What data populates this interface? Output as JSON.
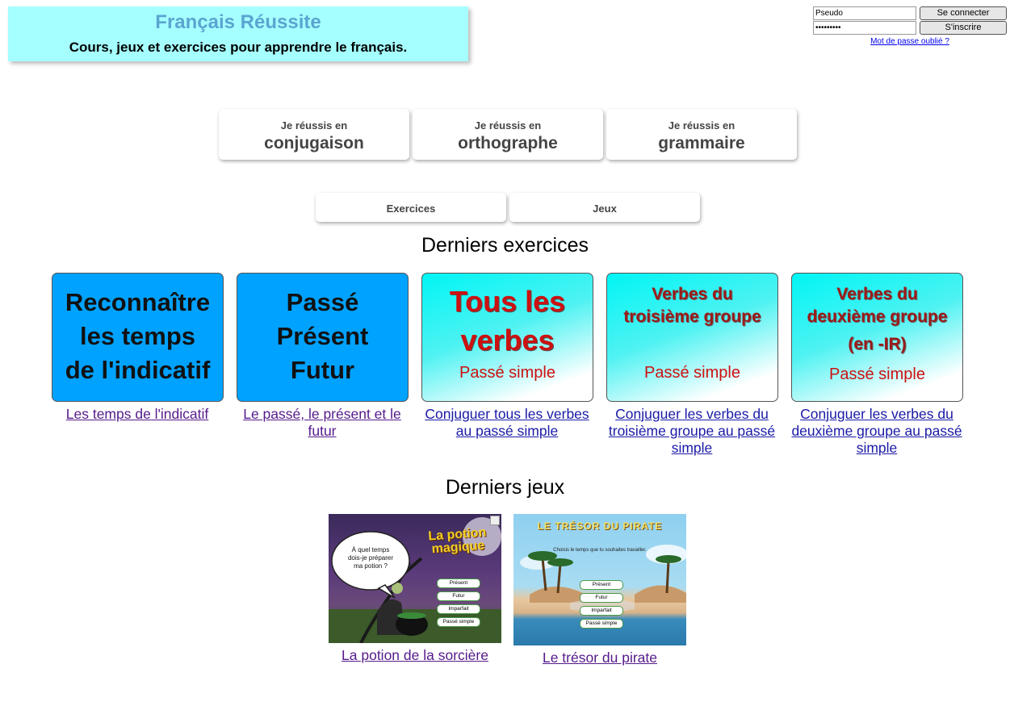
{
  "header": {
    "title": "Français Réussite",
    "subtitle": "Cours, jeux et exercices pour apprendre le français."
  },
  "login": {
    "username_value": "Pseudo",
    "password_value": "•••••••••",
    "connect_label": "Se connecter",
    "register_label": "S'inscrire",
    "forgot_label": "Mot de passe oublié ?"
  },
  "topics": [
    {
      "small": "Je réussis en",
      "big": "conjugaison"
    },
    {
      "small": "Je réussis en",
      "big": "orthographe"
    },
    {
      "small": "Je réussis en",
      "big": "grammaire"
    }
  ],
  "tabs": {
    "exercices": "Exercices",
    "jeux": "Jeux"
  },
  "sections": {
    "exercises_title": "Derniers exercices",
    "games_title": "Derniers jeux"
  },
  "exercises": [
    {
      "lines": [
        "Reconnaître",
        "les temps",
        "de l'indicatif"
      ],
      "caption": "Les temps de l'indicatif"
    },
    {
      "lines": [
        "Passé",
        "Présent",
        "Futur"
      ],
      "caption": "Le passé, le présent et le futur"
    },
    {
      "lines": [
        "Tous les",
        "verbes"
      ],
      "sub": "Passé simple",
      "caption": "Conjuguer tous les verbes au passé simple"
    },
    {
      "lines": [
        "Verbes du",
        "troisième groupe"
      ],
      "sub": "Passé simple",
      "caption": "Conjuguer les verbes du troisième groupe au passé simple"
    },
    {
      "lines": [
        "Verbes du",
        "deuxième groupe",
        "(en -IR)"
      ],
      "sub": "Passé simple",
      "caption": "Conjuguer les verbes du deuxième groupe au passé simple"
    }
  ],
  "games": [
    {
      "caption": "La potion de la sorcière",
      "logo_line1": "La potion",
      "logo_line2": "magique",
      "bubble": [
        "À quel temps",
        "dois-je préparer",
        "ma potion ?"
      ],
      "options": [
        "Présent",
        "Futur",
        "Imparfait",
        "Passé simple"
      ]
    },
    {
      "caption": "Le trésor du pirate",
      "logo": "LE TRÉSOR DU PIRATE",
      "prompt": "Choisis le temps que tu souhaites travailler.",
      "options": [
        "Présent",
        "Futur",
        "Imparfait",
        "Passé simple"
      ]
    }
  ],
  "colors": {
    "header_bg": "#a6ffff",
    "title_color": "#5aa5d0",
    "card_blue": "#00a2ff",
    "card_red_text": "#cc1111",
    "visited_link": "#551a8b",
    "link": "#1a1aa6"
  }
}
